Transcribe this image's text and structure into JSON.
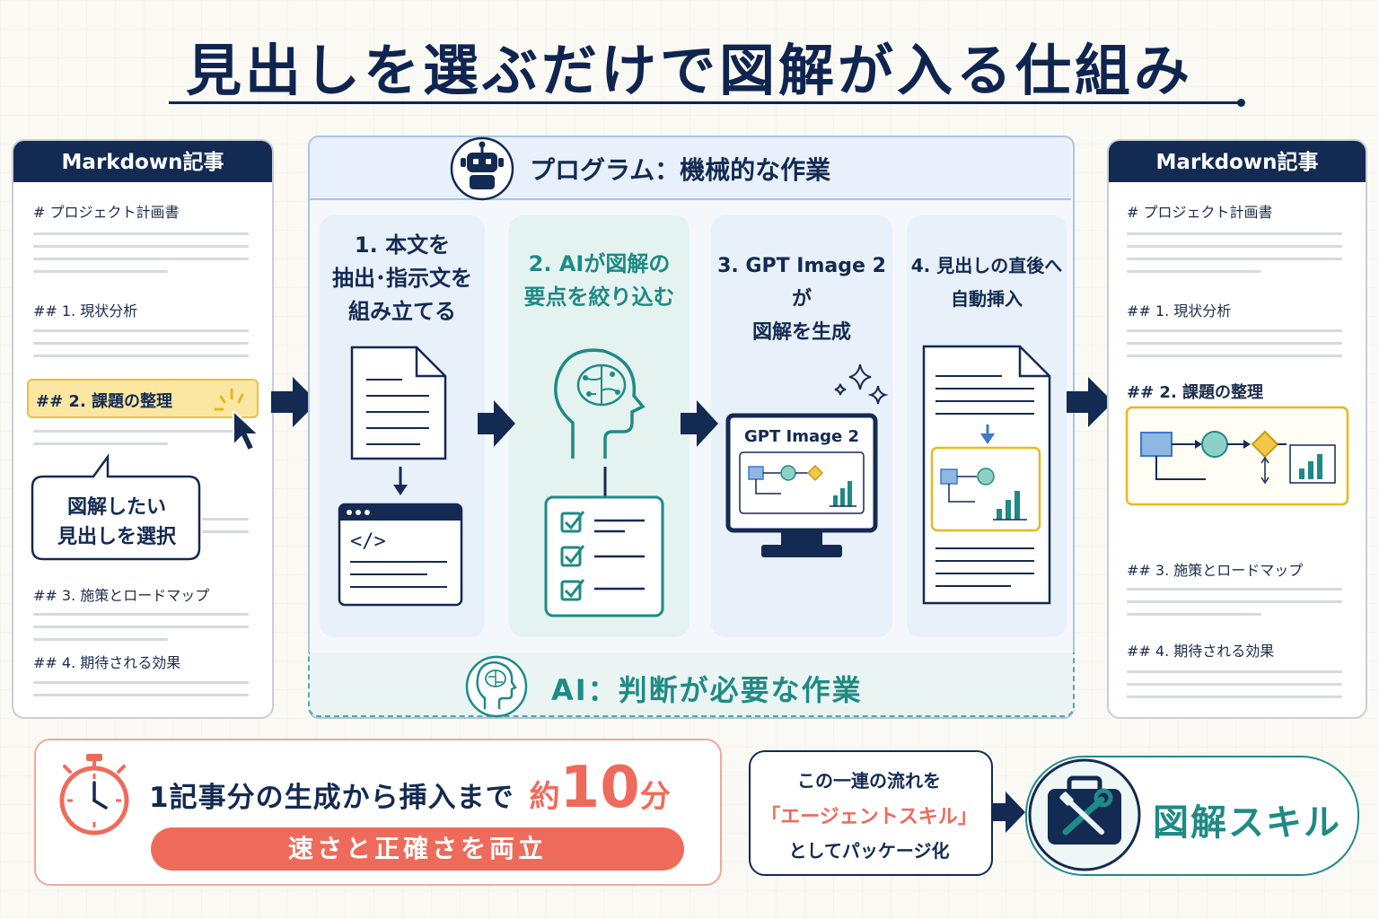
{
  "title": "見出しを選ぶだけで図解が入る仕組み",
  "left_panel": {
    "header": "Markdown記事",
    "h1": "# プロジェクト計画書",
    "h2_1": "## 1. 現状分析",
    "h2_2": "## 2. 課題の整理",
    "callout_line1": "図解したい",
    "callout_line2": "見出しを選択",
    "h2_3": "## 3. 施策とロードマップ",
    "h2_4": "## 4. 期待される効果"
  },
  "right_panel": {
    "header": "Markdown記事",
    "h1": "# プロジェクト計画書",
    "h2_1": "## 1. 現状分析",
    "h2_2": "## 2. 課題の整理",
    "h2_3": "## 3. 施策とロードマップ",
    "h2_4": "## 4. 期待される効果"
  },
  "program_header": "プログラム：機械的な作業",
  "ai_header": "AI：判断が必要な作業",
  "steps": [
    {
      "line1": "1. 本文を",
      "line2": "抽出･指示文を",
      "line3": "組み立てる"
    },
    {
      "line1": "2. AIが図解の",
      "line2": "要点を絞り込む"
    },
    {
      "line1": "3. GPT Image 2が",
      "line2": "図解を生成"
    },
    {
      "line1": "4. 見出しの直後へ",
      "line2": "自動挿入"
    }
  ],
  "monitor_label": "GPT Image 2",
  "time_box": {
    "text_before": "1記事分の生成から挿入まで",
    "approx": "約",
    "number": "10",
    "unit": "分",
    "pill": "速さと正確さを両立"
  },
  "package_box": {
    "line1": "この一連の流れを",
    "line2": "「エージェントスキル」",
    "line3": "としてパッケージ化"
  },
  "skill_label": "図解スキル",
  "colors": {
    "navy": "#132a52",
    "highlight": "#fbe7a1",
    "teal": "#1f8a86",
    "coral": "#ee6b5b",
    "blue": "#3a78c9"
  },
  "icons": [
    "robot-icon",
    "brain-icon",
    "document-icon",
    "code-window-icon",
    "checklist-icon",
    "monitor-icon",
    "sparkle-icon",
    "cursor-icon",
    "stopwatch-icon",
    "toolbox-icon"
  ]
}
